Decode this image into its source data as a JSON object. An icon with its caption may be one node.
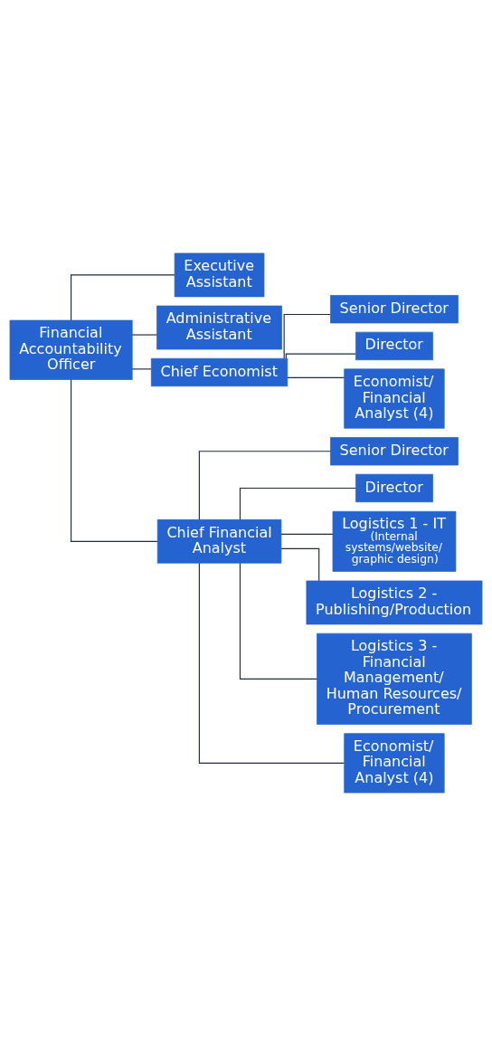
{
  "diagram": {
    "nodes": [
      {
        "text": [
          "Financial Accountability Officer"
        ]
      },
      {
        "text": [
          "Executive Assistant"
        ]
      },
      {
        "text": [
          "Administrative Assistant"
        ]
      },
      {
        "text": [
          "Chief Economist"
        ]
      },
      {
        "text": [
          "Chief Financial Analyst"
        ]
      },
      {
        "text": [
          "Senior Director"
        ]
      },
      {
        "text": [
          "Director"
        ]
      },
      {
        "text": [
          "Economist/ Financial Analyst (4)"
        ]
      },
      {
        "text": [
          "Senior Director"
        ]
      },
      {
        "text": [
          "Director"
        ]
      },
      {
        "text": [
          "Logistics 1 - IT",
          "(Internal systems/website/ graphic design)"
        ]
      },
      {
        "text": [
          "Logistics 2 - Publishing/Production"
        ]
      },
      {
        "text": [
          "Logistics 3 - Financial Management/ Human Resources/ Procurement"
        ]
      },
      {
        "text": [
          "Economist/ Financial Analyst (4)"
        ]
      }
    ],
    "edges": [
      {
        "from": 0,
        "to": 1,
        "arrow": "none"
      },
      {
        "from": 0,
        "to": 2,
        "arrow": "none"
      },
      {
        "from": 0,
        "to": 3,
        "arrow": "none"
      },
      {
        "from": 0,
        "to": 4,
        "arrow": "none"
      },
      {
        "from": 3,
        "to": 5,
        "arrow": "none"
      },
      {
        "from": 3,
        "to": 6,
        "arrow": "none"
      },
      {
        "from": 3,
        "to": 7,
        "arrow": "none"
      },
      {
        "from": 4,
        "to": 8,
        "arrow": "none"
      },
      {
        "from": 4,
        "to": 9,
        "arrow": "none"
      },
      {
        "from": 4,
        "to": 10,
        "arrow": "none"
      },
      {
        "from": 4,
        "to": 11,
        "arrow": "none"
      },
      {
        "from": 4,
        "to": 12,
        "arrow": "none"
      },
      {
        "from": 4,
        "to": 13,
        "arrow": "none"
      }
    ]
  }
}
